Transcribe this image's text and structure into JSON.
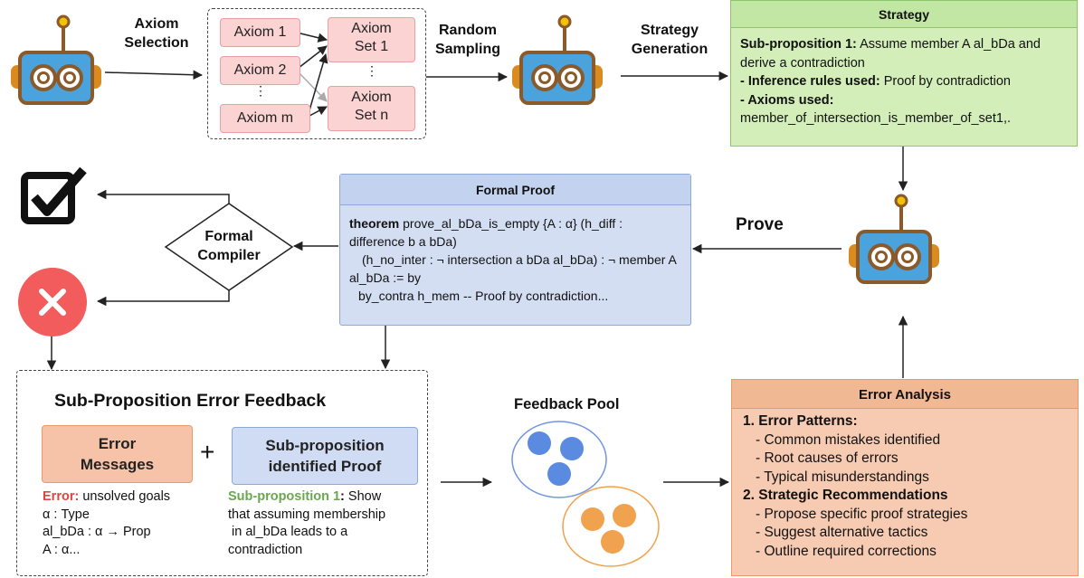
{
  "axiom_selection_label": [
    "Axiom",
    "Selection"
  ],
  "axioms": [
    "Axiom 1",
    "Axiom 2",
    "Axiom m"
  ],
  "axiom_sets": [
    [
      "Axiom",
      "Set 1"
    ],
    [
      "Axiom",
      "Set n"
    ]
  ],
  "ellipsis": "⋮",
  "random_sampling_label": [
    "Random",
    "Sampling"
  ],
  "strategy_generation_label": [
    "Strategy",
    "Generation"
  ],
  "strategy": {
    "title": "Strategy",
    "sub_prop_bold": "Sub-proposition 1:",
    "sub_prop_text": " Assume member A al_bDa and derive a contradiction",
    "rules_bold": "- Inference rules used:",
    "rules_text": " Proof by contradiction",
    "axioms_bold": "- Axioms used:",
    "axioms_text": "member_of_intersection_is_member_of_set1,."
  },
  "formal_proof": {
    "title": "Formal Proof",
    "theorem_kw": "theorem",
    "line1_rest": " prove_al_bDa_is_empty {A : α} (h_diff : difference b a bDa)",
    "line2": "(h_no_inter : ¬ intersection a bDa al_bDa) : ¬ member A al_bDa := by",
    "line3": "by_contra h_mem -- Proof by contradiction..."
  },
  "prove_label": "Prove",
  "compiler_label": [
    "Formal",
    "Compiler"
  ],
  "error_feedback": {
    "title": "Sub-Proposition Error Feedback",
    "error_messages_box": [
      "Error",
      "Messages"
    ],
    "plus": "+",
    "subprop_box": [
      "Sub-proposition",
      "identified Proof"
    ],
    "error_label": "Error:",
    "error_lines": [
      " unsolved goals",
      "α : Type",
      "al_bDa : α → Prop",
      "A : α..."
    ],
    "subprop_label": "Sub-proposition 1",
    "subprop_colon": ":",
    "subprop_lines": [
      " Show",
      "that assuming membership",
      " in al_bDa leads to a",
      "contradiction"
    ]
  },
  "feedback_pool_label": "Feedback Pool",
  "error_analysis": {
    "title": "Error Analysis",
    "section1": "1. Error Patterns:",
    "items1": [
      "- Common mistakes identified",
      "- Root causes of errors",
      "- Typical misunderstandings"
    ],
    "section2": "2. Strategic Recommendations",
    "items2": [
      "- Propose specific proof strategies",
      "- Suggest alternative tactics",
      "- Outline required corrections"
    ]
  },
  "colors": {
    "robot_face": "#4aa3dc",
    "robot_frame": "#8a5a2b",
    "robot_ear": "#d98b1f",
    "check_color": "#111111",
    "x_circle": "#f25c5c",
    "pool_blue_dot": "#5b8be0",
    "pool_orange_dot": "#f0a24e",
    "error_red": "#e0443e",
    "subprop_green": "#6aa84f"
  },
  "icons": [
    "robot-icon",
    "checkbox-check-icon",
    "error-x-icon"
  ]
}
